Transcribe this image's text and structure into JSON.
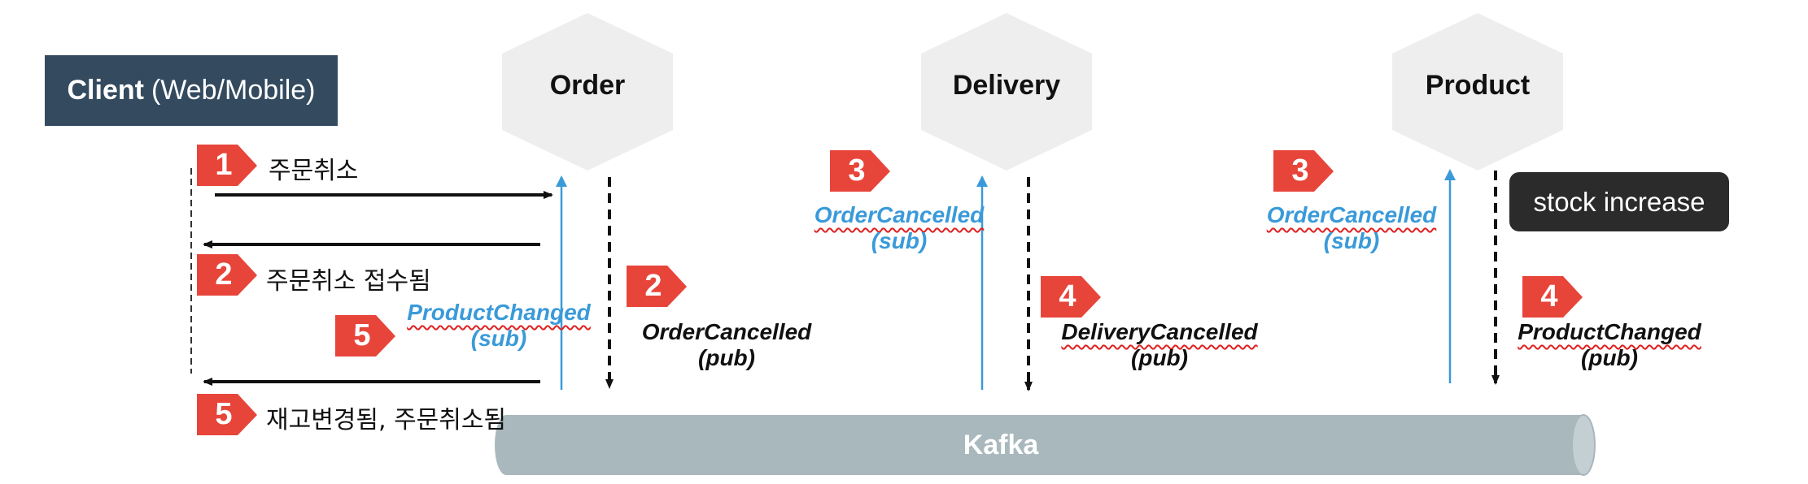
{
  "client": {
    "name": "Client",
    "detail": "(Web/Mobile)"
  },
  "services": {
    "order": "Order",
    "delivery": "Delivery",
    "product": "Product"
  },
  "badges": {
    "step1": "1",
    "step2_client": "2",
    "step5_sub": "5",
    "step5_client": "5",
    "step2_order": "2",
    "step3_delivery": "3",
    "step4_delivery": "4",
    "step3_product": "3",
    "step4_product": "4"
  },
  "client_messages": {
    "cancel": "주문취소",
    "cancel_accepted": "주문취소 접수됨",
    "stock_changed_cancelled": "재고변경됨, 주문취소됨"
  },
  "events": {
    "order_product_changed_sub": {
      "name": "ProductChanged",
      "kind": "(sub)"
    },
    "order_cancelled_pub": {
      "name": "OrderCancelled",
      "kind": "(pub)"
    },
    "delivery_order_cancelled_sub": {
      "name": "OrderCancelled",
      "kind": "(sub)"
    },
    "delivery_cancelled_pub": {
      "name": "DeliveryCancelled",
      "kind": "(pub)"
    },
    "product_order_cancelled_sub": {
      "name": "OrderCancelled",
      "kind": "(sub)"
    },
    "product_changed_pub": {
      "name": "ProductChanged",
      "kind": "(pub)"
    }
  },
  "stock_action": "stock increase",
  "kafka": "Kafka",
  "colors": {
    "client_box": "#344a5e",
    "hexagon": "#eeeeee",
    "badge": "#e8453a",
    "sub_event": "#3a9ad9",
    "kafka": "#a9b8bd",
    "stock_box": "#2b2b2b"
  }
}
